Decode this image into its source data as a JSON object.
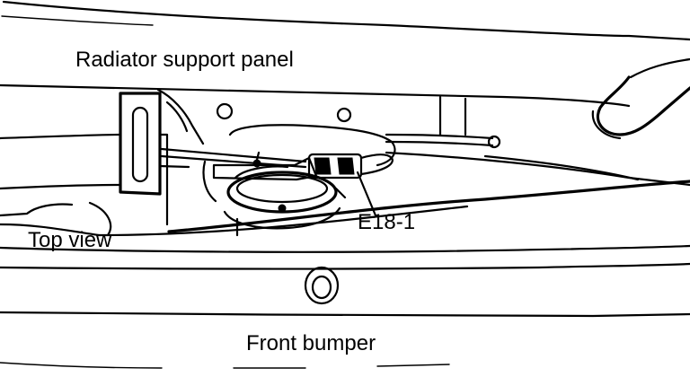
{
  "labels": {
    "radiator_support_panel": "Radiator support panel",
    "top_view": "Top view",
    "connector": "E18-1",
    "front_bumper": "Front bumper"
  },
  "colors": {
    "line": "#000000",
    "background": "#ffffff"
  }
}
